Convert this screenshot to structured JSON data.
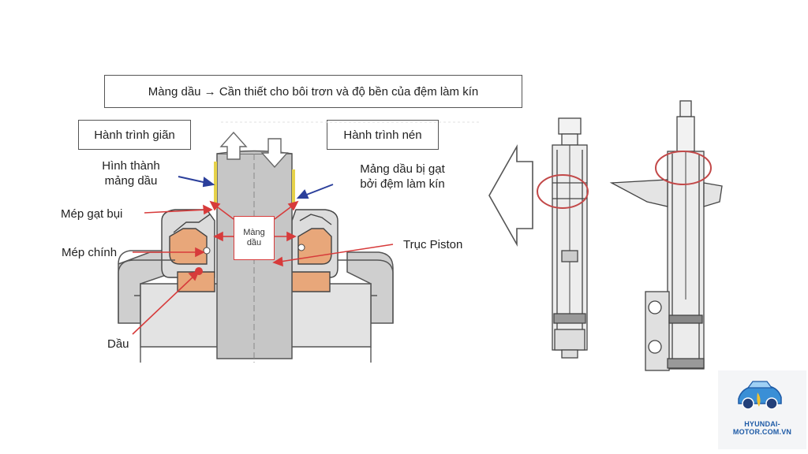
{
  "title_box": "Màng dầu → Cần thiết cho bôi trơn và độ bền của đệm làm kín",
  "stroke_labels": {
    "extension": "Hành trình giãn",
    "compression": "Hành trình nén"
  },
  "labels": {
    "film_formation_line1": "Hình thành",
    "film_formation_line2": "mảng dầu",
    "film_wiped_line1": "Mảng dầu bị gạt",
    "film_wiped_line2": "bởi đệm làm kín",
    "dust_lip": "Mép gạt bụi",
    "main_lip": "Mép chính",
    "piston_rod": "Trục Piston",
    "oil": "Dầu"
  },
  "film_box": {
    "line1": "Màng",
    "line2": "dầu"
  },
  "watermark": {
    "text": "HYUNDAI-MOTOR.COM.VN",
    "icon": "car-logo-icon"
  },
  "colors": {
    "arrow_red": "#d73b3b",
    "arrow_blue": "#2b3f9b",
    "oil_orange": "#e8a77a",
    "oil_film_yellow": "#e6d24a",
    "metal_gray": "#c9c9c9",
    "brand_blue": "#1d5aa6"
  }
}
